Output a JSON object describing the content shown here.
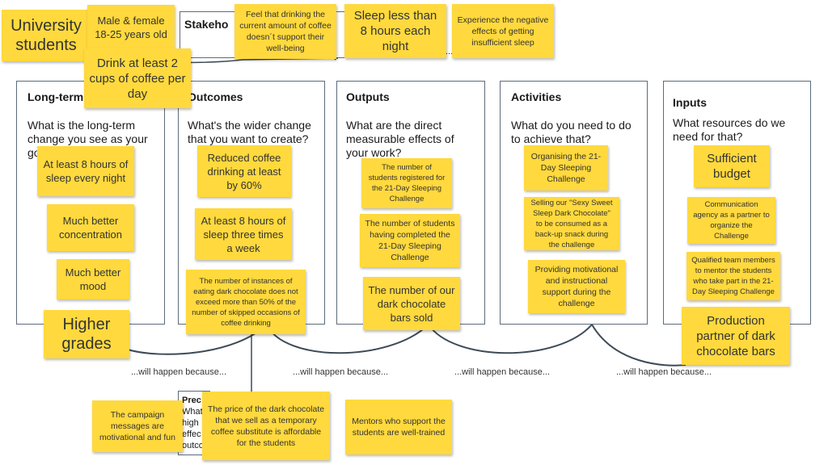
{
  "frames": {
    "stakeholders": {
      "title": "Stakeho"
    },
    "long_term": {
      "title": "Long-term",
      "question": "What is the long-term change you see as your go"
    },
    "outcomes": {
      "title": "Outcomes",
      "question": "What's the wider change that you want to create?"
    },
    "outputs": {
      "title": "Outputs",
      "question": "What are the direct measurable effects of your work?"
    },
    "activities": {
      "title": "Activities",
      "question": "What do you need to do to achieve that?"
    },
    "inputs": {
      "title": "Inputs",
      "question": "What resources do we need for that?"
    },
    "preconditions": {
      "title": "Prec",
      "question": "What high effec outco"
    }
  },
  "stickies": {
    "university_students": "University students",
    "male_female": "Male & female 18-25 years old",
    "coffee_cups": "Drink at least 2 cups of coffee per day",
    "drinking_feel": "Feel that drinking the current amount of coffee doesn´t support their well-being",
    "sleep_less": "Sleep less than 8 hours each night",
    "negative_effects": "Experience the negative effects of getting insufficient sleep",
    "lt_sleep": "At least 8 hours of sleep every night",
    "lt_concentration": "Much better concentration",
    "lt_mood": "Much better mood",
    "lt_grades": "Higher grades",
    "oc_reduced_coffee": "Reduced coffee drinking at least by 60%",
    "oc_sleep_three": "At least 8 hours of sleep three times a week",
    "oc_instances": "The number of instances of eating dark chocolate does not exceed more than 50% of the number of skipped occasions of coffee drinking",
    "op_registered": "The number of students registered for the 21-Day Sleeping Challenge",
    "op_completed": "The number of students having completed the 21-Day Sleeping Challenge",
    "op_bars_sold": "The number of our dark chocolate bars sold",
    "ac_organising": "Organising the 21-Day Sleeping Challenge",
    "ac_selling": "Selling our \"Sexy Sweet Sleep Dark Chocolate\" to be consumed as a back-up snack during the challenge",
    "ac_support": "Providing motivational and instructional support during the challenge",
    "in_budget": "Sufficient budget",
    "in_agency": "Communication agency as a partner to organize the Challenge",
    "in_team": "Qualified team members to mentor the students who take part in the 21-Day Sleeping Challenge",
    "in_production": "Production partner of dark chocolate bars",
    "pc_campaign": "The campaign messages are motivational and fun",
    "pc_price": "The price of the dark chocolate that we sell as a temporary coffee substitute is affordable for the students",
    "pc_mentors": "Mentors who support the students are well-trained"
  },
  "because_labels": {
    "b1": "...will happen because...",
    "b2": "...will happen because...",
    "b3": "...will happen because...",
    "b4": "...will happen because..."
  },
  "stakeholder_ellipsis": "...",
  "colors": {
    "sticky": "#ffd93d",
    "frame_border": "#5c6b7a",
    "connector": "#3d4a56"
  }
}
